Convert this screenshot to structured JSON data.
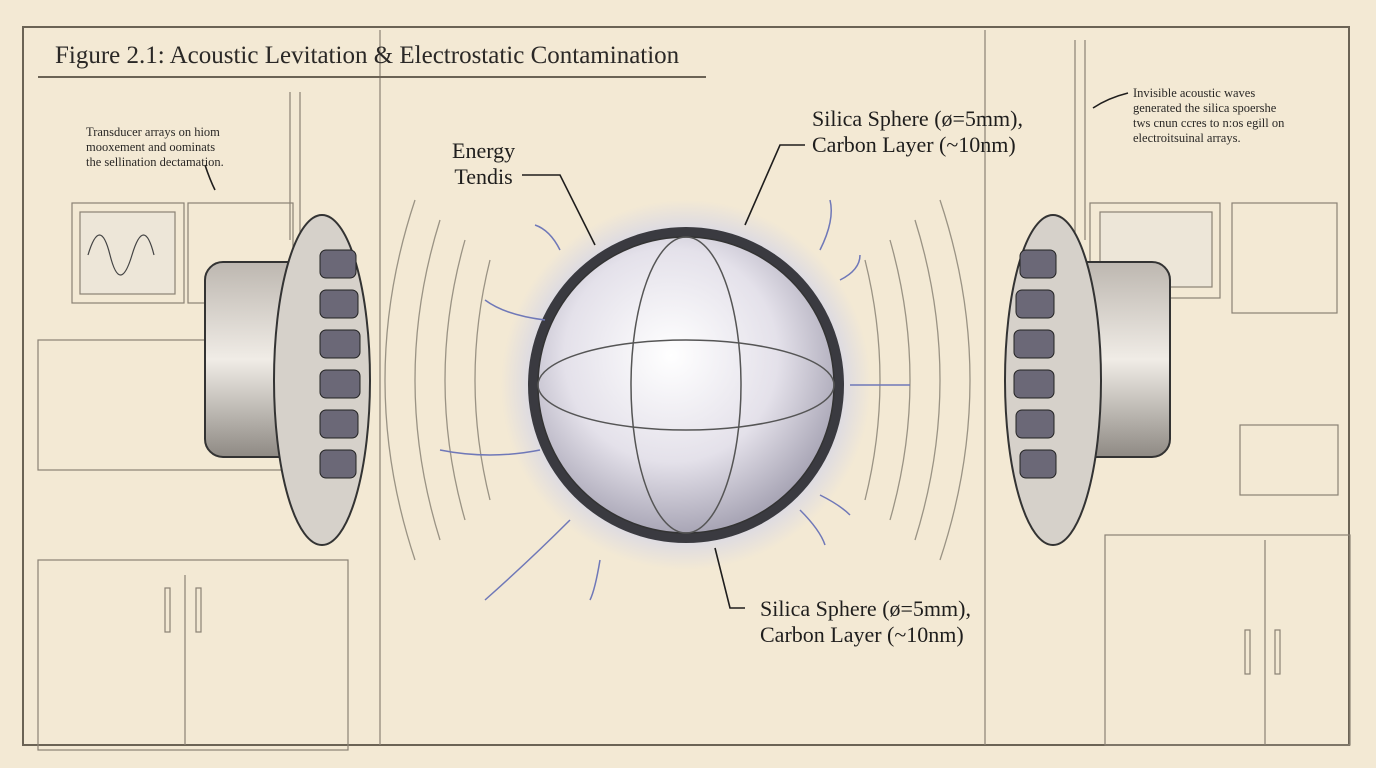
{
  "title": "Figure 2.1: Acoustic Levitation & Electrostatic Contamination",
  "notes": {
    "left": [
      "Transducer arrays on hiom",
      "mooxement and oominats",
      "the sellination dectamation."
    ],
    "right": [
      "Invisible acoustic waves",
      "generated the silica spoershe",
      "tws cnun ccres to n:os egill on",
      "electroitsuinal arrays."
    ]
  },
  "labels": {
    "energy": [
      "Energy",
      "Tendis"
    ],
    "top_sphere": [
      "Silica Sphere (ø=5mm),",
      "Carbon Layer (~10nm)"
    ],
    "bottom_sphere": [
      "Silica Sphere (ø=5mm),",
      "Carbon Layer (~10nm)"
    ]
  },
  "colors": {
    "paper": "#f3e9d4",
    "ink": "#2a2826",
    "glow": "#8f9bd6"
  }
}
